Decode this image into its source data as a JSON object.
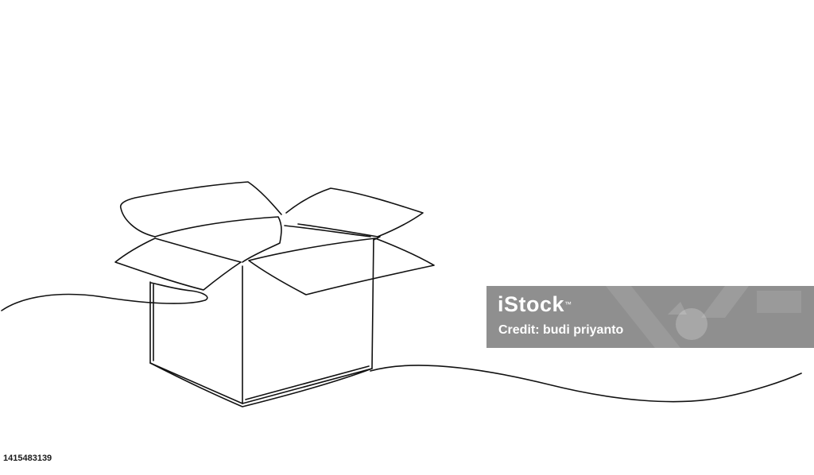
{
  "illustration": {
    "subject": "open-cardboard-box-line-art",
    "stroke_color": "#111111",
    "background_color": "#ffffff"
  },
  "watermark": {
    "logo_text": "iStock",
    "logo_mark": "™",
    "credit_text": "Credit: budi priyanto"
  },
  "image_id": "1415483139"
}
